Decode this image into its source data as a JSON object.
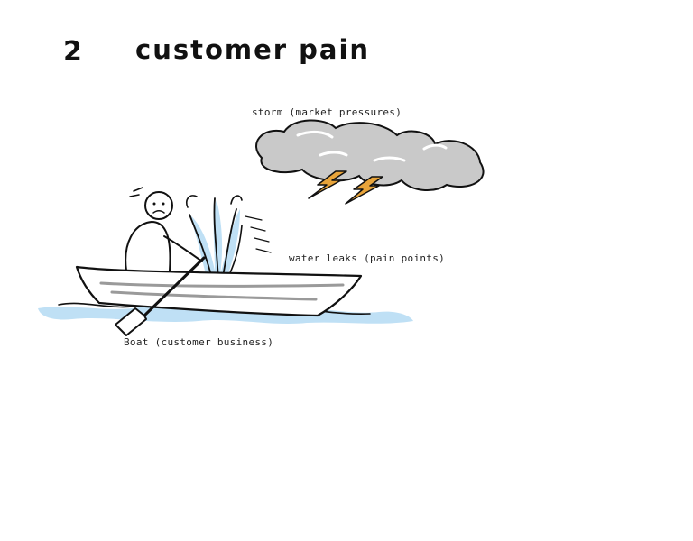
{
  "header": {
    "number": "2",
    "title": "customer pain"
  },
  "labels": {
    "storm": "storm (market pressures)",
    "water_leaks": "water leaks (pain points)",
    "boat": "Boat (customer business)"
  },
  "colors": {
    "cloud_fill": "#c9c9c9",
    "lightning": "#e8a43a",
    "water": "#bfe0f5",
    "ink": "#111111"
  }
}
